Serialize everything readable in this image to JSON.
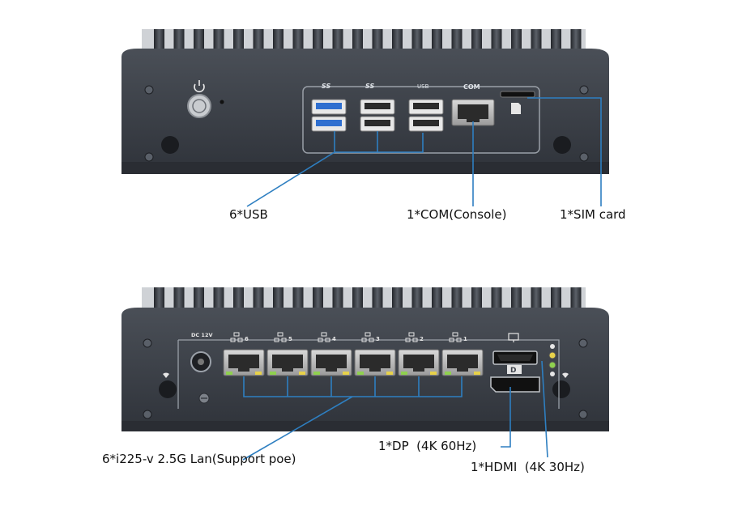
{
  "top_panel": {
    "port_labels": {
      "usb1": "SS",
      "usb2": "SS",
      "usb3": "USB",
      "com": "COM"
    }
  },
  "bottom_panel": {
    "power_label": "DC 12V",
    "lan_numbers": [
      "6",
      "5",
      "4",
      "3",
      "2",
      "1"
    ]
  },
  "callouts": {
    "usb": "6*USB",
    "com": "1*COM(Console)",
    "sim": "1*SIM card",
    "lan": "6*i225-v 2.5G Lan(Support poe)",
    "dp": "1*DP  (4K 60Hz)",
    "hdmi": "1*HDMI  (4K 30Hz)"
  },
  "colors": {
    "chassis": "#3e434b",
    "fins": "#2c3037",
    "usb3_blue": "#2f6fd0",
    "callout_line": "#2e7fc1",
    "led_green": "#8fd14f",
    "led_yellow": "#e7d24a"
  },
  "icons": [
    "power-icon",
    "wifi-antenna-icon",
    "sim-icon",
    "lan-icon",
    "display-port-icon"
  ]
}
